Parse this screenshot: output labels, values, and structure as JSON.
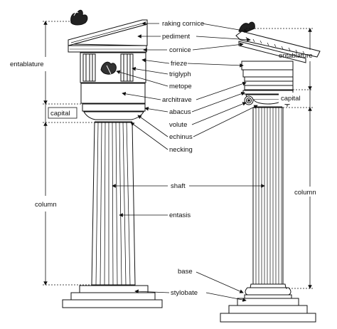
{
  "diagram": {
    "center_labels": {
      "raking_cornice": "raking cornice",
      "pediment": "pediment",
      "cornice": "cornice",
      "frieze": "frieze",
      "triglyph": "triglyph",
      "metope": "metope",
      "architrave": "architrave",
      "abacus": "abacus",
      "volute": "volute",
      "echinus": "echinus",
      "necking": "necking",
      "shaft": "shaft",
      "entasis": "entasis",
      "base": "base",
      "stylobate": "stylobate"
    },
    "left_dimensions": {
      "entablature": "entablature",
      "capital": "capital",
      "column": "column"
    },
    "right_dimensions": {
      "entablature": "entablature",
      "capital": "capital",
      "column": "column"
    }
  },
  "colors": {
    "ink": "#111111",
    "paper": "#ffffff"
  }
}
